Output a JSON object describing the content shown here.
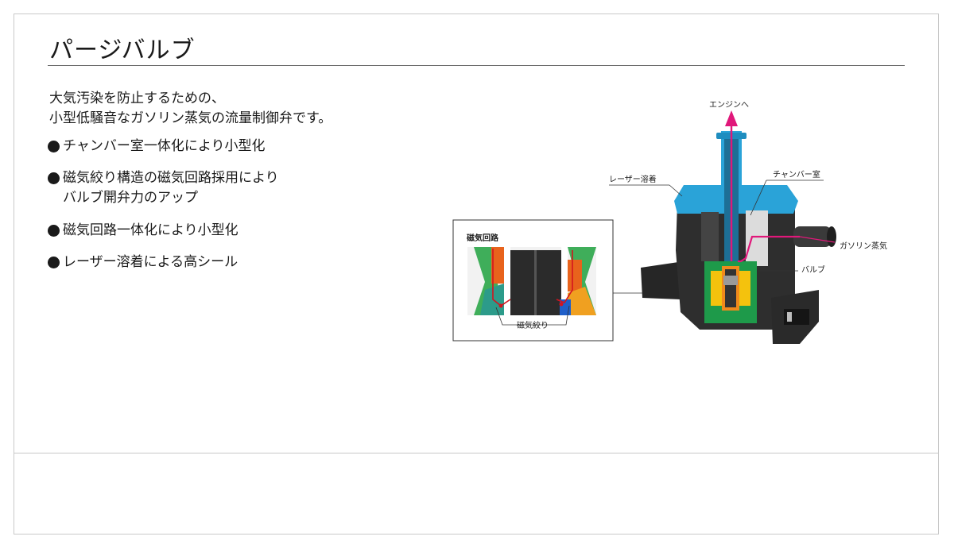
{
  "title": "パージバルブ",
  "intro": {
    "line1": "大気汚染を防止するための、",
    "line2": "小型低騒音なガソリン蒸気の流量制御弁です。"
  },
  "features": [
    {
      "text": "チャンバー室一体化により小型化"
    },
    {
      "line1": "磁気絞り構造の磁気回路採用により",
      "line2": "バルブ開弁力のアップ"
    },
    {
      "text": "磁気回路一体化により小型化"
    },
    {
      "text": "レーザー溶着による高シール"
    }
  ],
  "diagram": {
    "to_engine": "エンジンへ",
    "laser_weld": "レーザー溶着",
    "chamber": "チャンバー室",
    "gasoline_vapor": "ガソリン蒸気",
    "valve": "バルブ",
    "inset_title": "磁気回路",
    "magnetic_throttle": "磁気絞り"
  },
  "colors": {
    "accent_arrow": "#e0187a",
    "body_cyan": "#2aa3d8",
    "body_dark": "#2e2e2e",
    "coil_green": "#1e9a4a",
    "coil_yellow": "#f4c20d"
  }
}
